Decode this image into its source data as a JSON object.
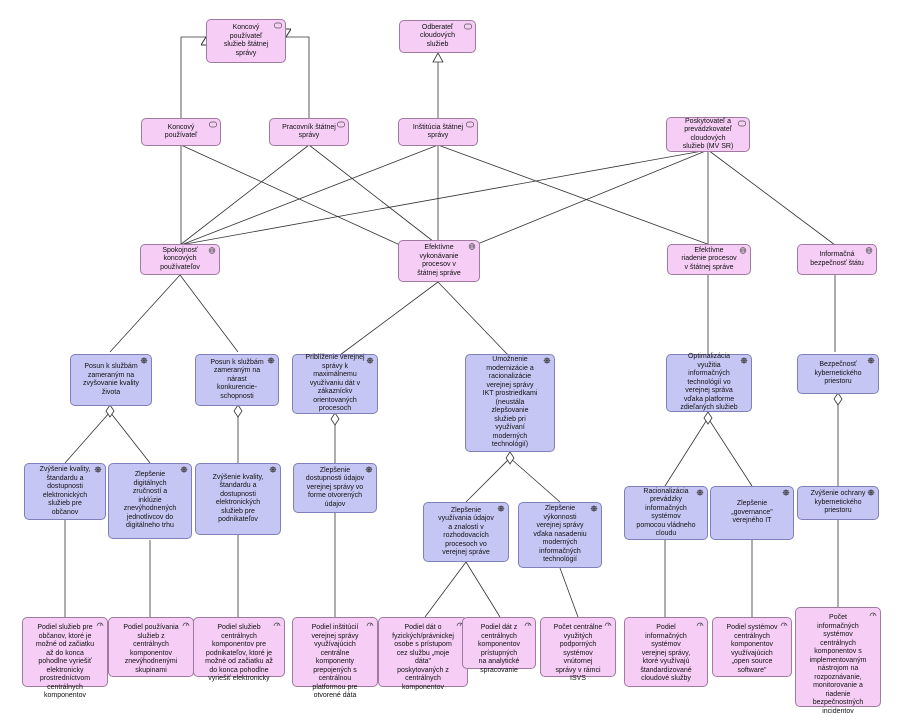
{
  "diagram": {
    "stakeholders": {
      "s_end_all": "Koncový\npoužívateľ\nslužieb štátnej\nsprávy",
      "s_consumer": "Odberateľ\ncloudových\nslužieb",
      "s_end": "Koncový\npoužívateľ",
      "s_worker": "Pracovník štátnej\nsprávy",
      "s_inst": "Inštitúcia štátnej\nsprávy",
      "s_provider": "Poskytovateľ a\nprevádzkovateľ\ncloudových\nslužieb (MV SR)"
    },
    "goals": {
      "g_satisfaction": "Spokojnosť\nkoncových\npoužívateľov",
      "g_effective_exec": "Efektívne\nvykonávanie\nprocesov v\nštátnej správe",
      "g_effective_mgmt": "Efektívne\nriadenie procesov\nv štátnej správe",
      "g_security": "Informačná\nbezpečnosť štátu"
    },
    "drivers": {
      "d_quality": "Posun k službám\nzameraným na\nzvyšovanie kvality\nživota",
      "d_compet": "Posun k službám\nzameraným na\nnárast\nkonkurencie-\nschopnosti",
      "d_approach": "Priblíženie verejnej\nsprávy k\nmaximálnemu\nvyužívaniu dát v\nzákazníckv\norientovaných\nprocesoch",
      "d_modern": "Umožnenie\nmodernizácie a\nracionalizácie\nverejnej správy\nIKT prostriedkami\n(neustála\nzlepšovanie\nslužieb pri\nvyužívaní\nmoderných\ntechnológií)",
      "d_optim": "Optimalizácia\nvyužitia\ninformačných\ntechnológií vo\nverejnej správa\nvďaka platforme\nzdieľaných služieb",
      "d_cyber": "Bezpečnosť\nkybernetického\npriestoru",
      "d_q_citizen": "Zvýšenie kvality,\nštandardu a\ndostupnosti\nelektronických\nslužieb pre\nobčanov",
      "d_digital": "Zlepšenie\ndigitálnych\nzručností a\ninklúzie\nznevýhodnených\njednotlivcov do\ndigitálneho trhu",
      "d_q_business": "Zvýšenie kvality,\nštandardu a\ndostupnosti\nelektronických\nslužieb pre\npodnikateľov",
      "d_data_avail": "Zlepšenie\ndostupnosti údajov\nverejnej správy vo\nforme otvorených\núdajov",
      "d_data_use": "Zlepšenie\nvyužívania údajov\na znalostí v\nrozhodovacích\nprocesoch vo\nverejnej správe",
      "d_performance": "Zlepšenie\nvýkonnosti\nverejnej správy\nvďaka nasadeniu\nmoderných\ninformačných\ntechnológií",
      "d_rational": "Racionalizácia\nprevádzky\ninformačných\nsystémov\npomocou vládneho\ncloudu",
      "d_governance": "Zlepšenie\n„governance\"\nverejného IT",
      "d_cyber_up": "Zvýšenie ochrany\nkybernetického\npriestoru"
    },
    "kpis": {
      "k1": "Podiel služieb pre\nobčanov, ktoré je\nmožné od začiatku\naž do konca\npohodlne vyriešiť\nelektronicky\nprostredníctvom\ncentrálnych\nkomponentov",
      "k2": "Podiel používania\nslužieb z\ncentrálnych\nkomponentov\nznevýhodnenými\nskupinami",
      "k3": "Podiel služieb\ncentrálnych\nkomponentov pre\npodnikateľov, ktoré je\nmožné od začiatku až\ndo konca pohodlne\nvyriešiť elektronicky",
      "k4": "Podiel inštitúcií\nverejnej správy\nvyužívajúcich\ncentrálne\nkomponenty\nprepojených s\ncentrálnou\nplatformou pre\notvorené dáta",
      "k5": "Podiel dát o\nfyzických/právnickej\nosobe s prístupom\ncez službu „moje\ndáta\"\nposkytovaných z\ncentrálnych\nkomponentov",
      "k6": "Podiel dát z\ncentrálnych\nkomponentov\nprístupných\nna analytické\nspracovanie",
      "k7": "Počet centrálne\nvyužitých\npodporných\nsystémov\nvnútornej\nsprávy v rámci\nISVS",
      "k8": "Podiel\ninformačných\nsystémov\nverejnej správy,\nktoré využívajú\nštandardizované\ncloudové služby",
      "k9": "Podiel systémov\ncentrálnych\nkomponentov\nvyužívajúcich\n„open source\nsoftware\"",
      "k10": "Počet\ninformačných\nsystémov\ncentrálnych\nkomponentov s\nimplementovaným\nnástrojom na\nrozpoznávanie,\nmonitorovanie a\nriadenie\nbezpečnostných\nincidentov"
    }
  },
  "colors": {
    "stakeholder": "#f5cdf5",
    "goal": "#f5cdf5",
    "driver": "#c6c6f5",
    "kpi": "#f5cdf5",
    "edge": "#333333"
  }
}
